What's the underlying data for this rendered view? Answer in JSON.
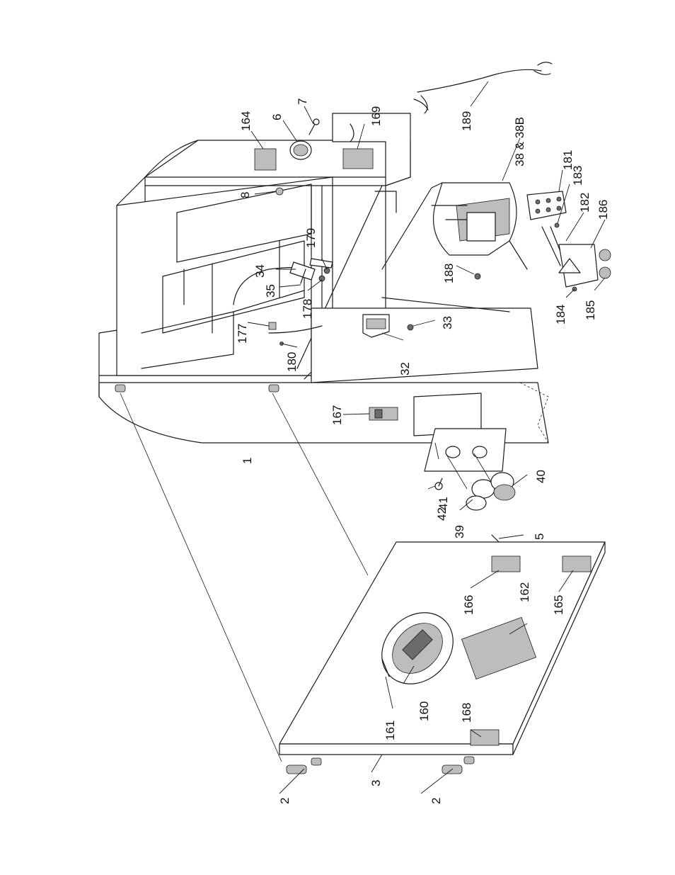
{
  "callouts": [
    {
      "id": "c1",
      "text": "1"
    },
    {
      "id": "c2a",
      "text": "2"
    },
    {
      "id": "c2b",
      "text": "2"
    },
    {
      "id": "c3",
      "text": "3"
    },
    {
      "id": "c5",
      "text": "5"
    },
    {
      "id": "c6",
      "text": "6"
    },
    {
      "id": "c7",
      "text": "7"
    },
    {
      "id": "c8",
      "text": "8"
    },
    {
      "id": "c32",
      "text": "32"
    },
    {
      "id": "c33",
      "text": "33"
    },
    {
      "id": "c34",
      "text": "34"
    },
    {
      "id": "c35",
      "text": "35"
    },
    {
      "id": "c38",
      "text": "38 & 38B"
    },
    {
      "id": "c39",
      "text": "39"
    },
    {
      "id": "c40",
      "text": "40"
    },
    {
      "id": "c41",
      "text": "41"
    },
    {
      "id": "c42",
      "text": "42"
    },
    {
      "id": "c160",
      "text": "160"
    },
    {
      "id": "c161",
      "text": "161"
    },
    {
      "id": "c162",
      "text": "162"
    },
    {
      "id": "c164",
      "text": "164"
    },
    {
      "id": "c165",
      "text": "165"
    },
    {
      "id": "c166",
      "text": "166"
    },
    {
      "id": "c167",
      "text": "167"
    },
    {
      "id": "c168",
      "text": "168"
    },
    {
      "id": "c169",
      "text": "169"
    },
    {
      "id": "c177",
      "text": "177"
    },
    {
      "id": "c178",
      "text": "178"
    },
    {
      "id": "c179",
      "text": "179"
    },
    {
      "id": "c180",
      "text": "180"
    },
    {
      "id": "c181",
      "text": "181"
    },
    {
      "id": "c182",
      "text": "182"
    },
    {
      "id": "c183",
      "text": "183"
    },
    {
      "id": "c184",
      "text": "184"
    },
    {
      "id": "c185",
      "text": "185"
    },
    {
      "id": "c186",
      "text": "186"
    },
    {
      "id": "c188",
      "text": "188"
    },
    {
      "id": "c189",
      "text": "189"
    }
  ]
}
